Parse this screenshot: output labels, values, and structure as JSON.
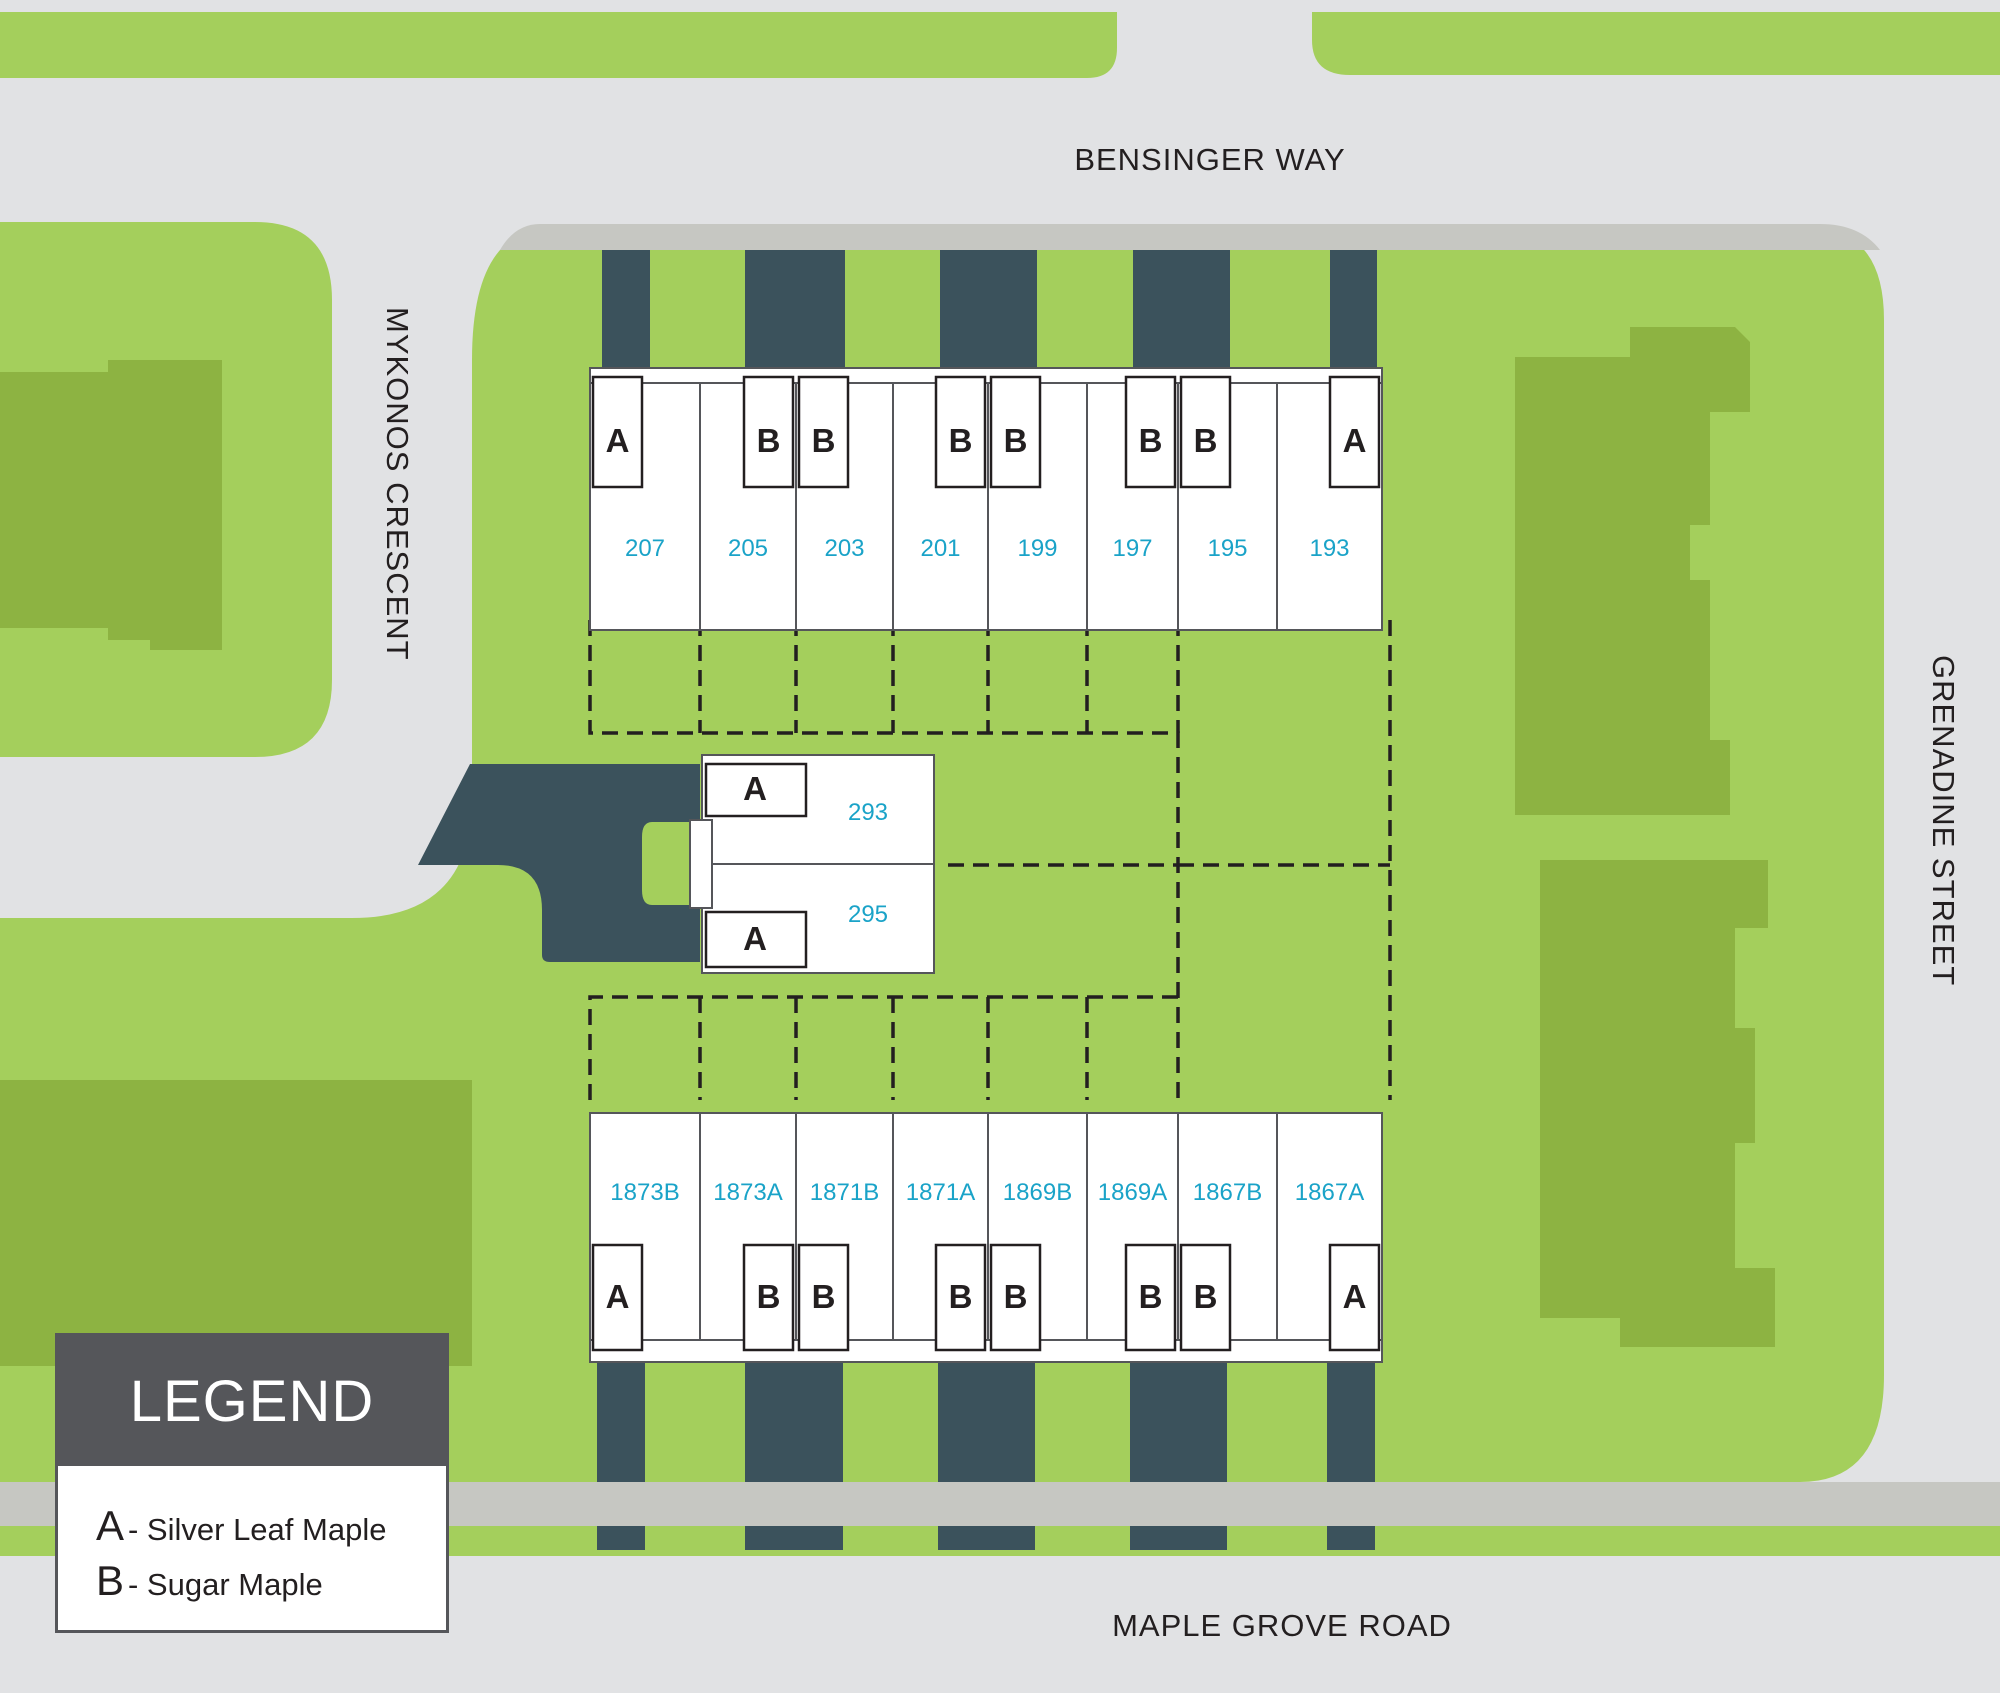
{
  "streets": {
    "north": "BENSINGER WAY",
    "west": "MYKONOS CRESCENT",
    "east": "GRENADINE STREET",
    "south": "MAPLE GROVE ROAD"
  },
  "colors": {
    "road": "#e1e2e4",
    "lawn": "#a4cf5c",
    "building_site": "#8db342",
    "driveway": "#3b525c",
    "sidewalk": "#c6c7c2",
    "unit_fill": "#ffffff",
    "unit_label": "#1aa3c8"
  },
  "north_row": {
    "units": [
      "207",
      "205",
      "203",
      "201",
      "199",
      "197",
      "195",
      "193"
    ],
    "trees": [
      "A",
      "B",
      "B",
      "B",
      "B",
      "B",
      "B",
      "A"
    ]
  },
  "middle_block": {
    "units": [
      "293",
      "295"
    ],
    "trees": [
      "A",
      "A"
    ]
  },
  "south_row": {
    "units": [
      "1873B",
      "1873A",
      "1871B",
      "1871A",
      "1869B",
      "1869A",
      "1867B",
      "1867A"
    ],
    "trees": [
      "A",
      "B",
      "B",
      "B",
      "B",
      "B",
      "B",
      "A"
    ]
  },
  "legend": {
    "title": "LEGEND",
    "items": [
      {
        "key": "A",
        "label": "- Silver Leaf Maple"
      },
      {
        "key": "B",
        "label": "- Sugar Maple"
      }
    ]
  }
}
